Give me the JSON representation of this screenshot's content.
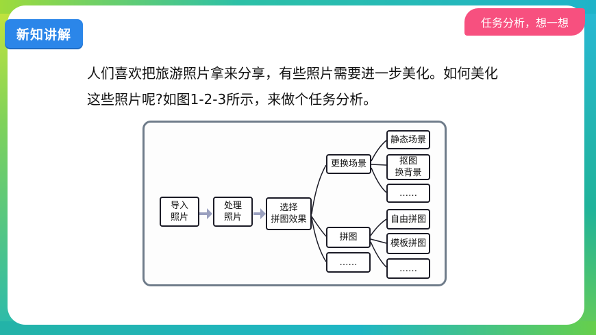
{
  "header": {
    "badge_label": "新知讲解",
    "task_pill_label": "任务分析，想一想"
  },
  "intro_text": "人们喜欢把旅游照片拿来分享，有些照片需要进一步美化。如何美化这些照片呢?如图1-2-3所示，来做个任务分析。",
  "diagram": {
    "nodes": {
      "import": "导入\n照片",
      "process": "处理\n照片",
      "choose": "选择\n拼图效果",
      "change_scene": "更换场景",
      "static_scene": "静态场景",
      "cutout": "抠图\n换背景",
      "more1": "……",
      "collage": "拼图",
      "free_collage": "自由拼图",
      "template_collage": "模板拼图",
      "more2": "……",
      "more3": "……"
    }
  },
  "colors": {
    "badge": "#2b86e9",
    "pill": "#f7507f",
    "frame": "#6f7c8a",
    "arrow": "#9aa0bf"
  }
}
